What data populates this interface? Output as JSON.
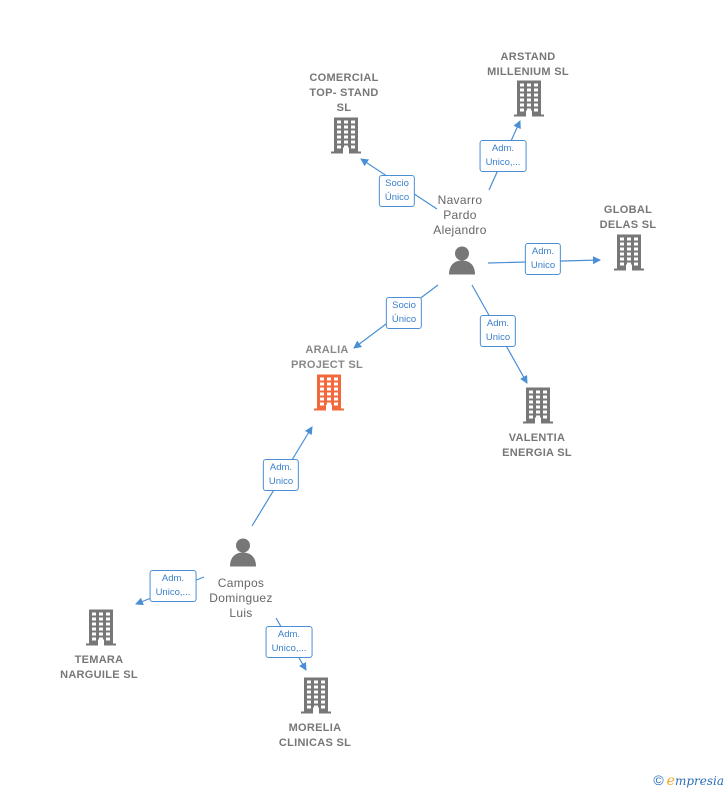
{
  "colors": {
    "edge": "#4a8fd6",
    "building": "#777777",
    "focus_building": "#f26a3b",
    "person": "#777777"
  },
  "nodes": [
    {
      "id": "aralia",
      "kind": "company",
      "focus": true,
      "label": "ARALIA\nPROJECT  SL"
    },
    {
      "id": "navarro",
      "kind": "person",
      "label": "Navarro\nPardo\nAlejandro"
    },
    {
      "id": "campos",
      "kind": "person",
      "label": "Campos\nDominguez\nLuis"
    },
    {
      "id": "comercial",
      "kind": "company",
      "label": "COMERCIAL\nTOP- STAND\nSL"
    },
    {
      "id": "arstand",
      "kind": "company",
      "label": "ARSTAND\nMILLENIUM  SL"
    },
    {
      "id": "global",
      "kind": "company",
      "label": "GLOBAL\nDELAS  SL"
    },
    {
      "id": "valentia",
      "kind": "company",
      "label": "VALENTIA\nENERGIA  SL"
    },
    {
      "id": "temara",
      "kind": "company",
      "label": "TEMARA\nNARGUILE  SL"
    },
    {
      "id": "morelia",
      "kind": "company",
      "label": "MORELIA\nCLINICAS  SL"
    }
  ],
  "edges": [
    {
      "from": "navarro",
      "to": "comercial",
      "label": "Socio\nÚnico"
    },
    {
      "from": "navarro",
      "to": "arstand",
      "label": "Adm.\nUnico,..."
    },
    {
      "from": "navarro",
      "to": "global",
      "label": "Adm.\nUnico"
    },
    {
      "from": "navarro",
      "to": "aralia",
      "label": "Socio\nÚnico"
    },
    {
      "from": "navarro",
      "to": "valentia",
      "label": "Adm.\nUnico"
    },
    {
      "from": "campos",
      "to": "aralia",
      "label": "Adm.\nUnico"
    },
    {
      "from": "campos",
      "to": "temara",
      "label": "Adm.\nUnico,..."
    },
    {
      "from": "campos",
      "to": "morelia",
      "label": "Adm.\nUnico,..."
    }
  ],
  "footer": {
    "copyright": "©",
    "brand_e": "e",
    "brand_rest": "mpresia"
  }
}
